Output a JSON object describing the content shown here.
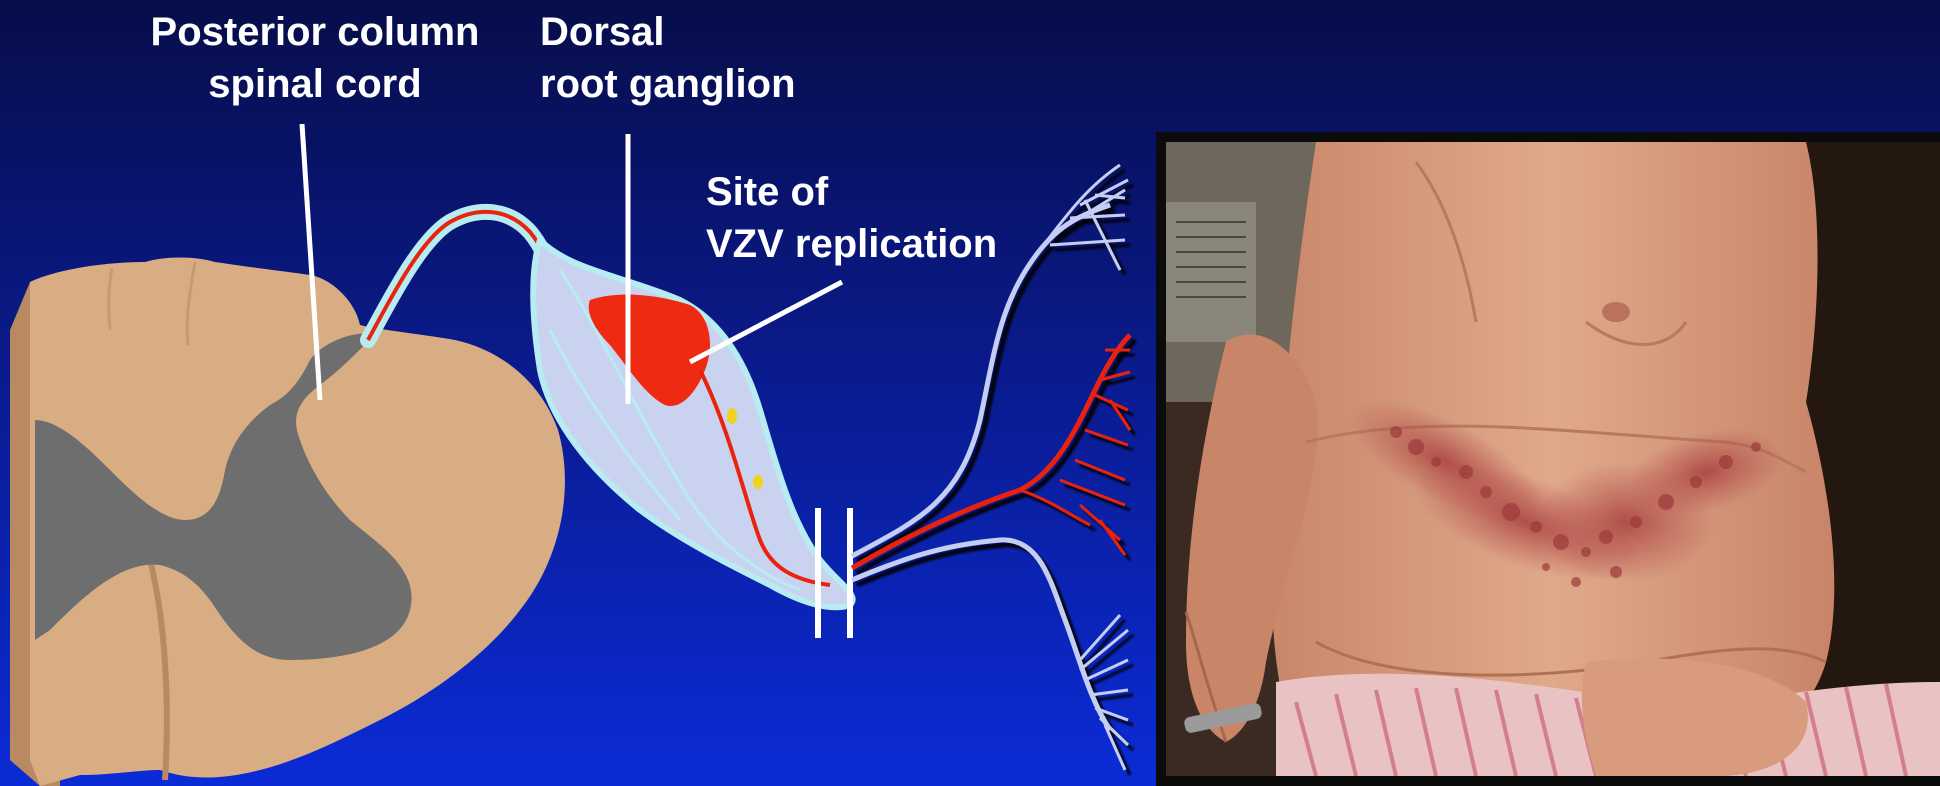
{
  "labels": {
    "posterior_column": "Posterior column\nspinal cord",
    "dorsal_root_ganglion": "Dorsal\nroot ganglion",
    "vzv_site": "Site of\nVZV replication"
  },
  "colors": {
    "background_top": "#070d4a",
    "background_bottom": "#0b2bd6",
    "spinal_cord_white_matter": "#d9ad84",
    "spinal_cord_gray_matter": "#6e6e6e",
    "ganglion_fill": "#c9d3ef",
    "ganglion_outline": "#b7ecf2",
    "infected_neuron": "#ee2a12",
    "healthy_nerve": "#c4cdf2",
    "infected_nerve": "#e8240f",
    "skin": "#d59a7c",
    "rash": "#b24a4a"
  },
  "photo": {
    "subject": "clinical-photo-herpes-zoster-dermatomal-rash"
  }
}
